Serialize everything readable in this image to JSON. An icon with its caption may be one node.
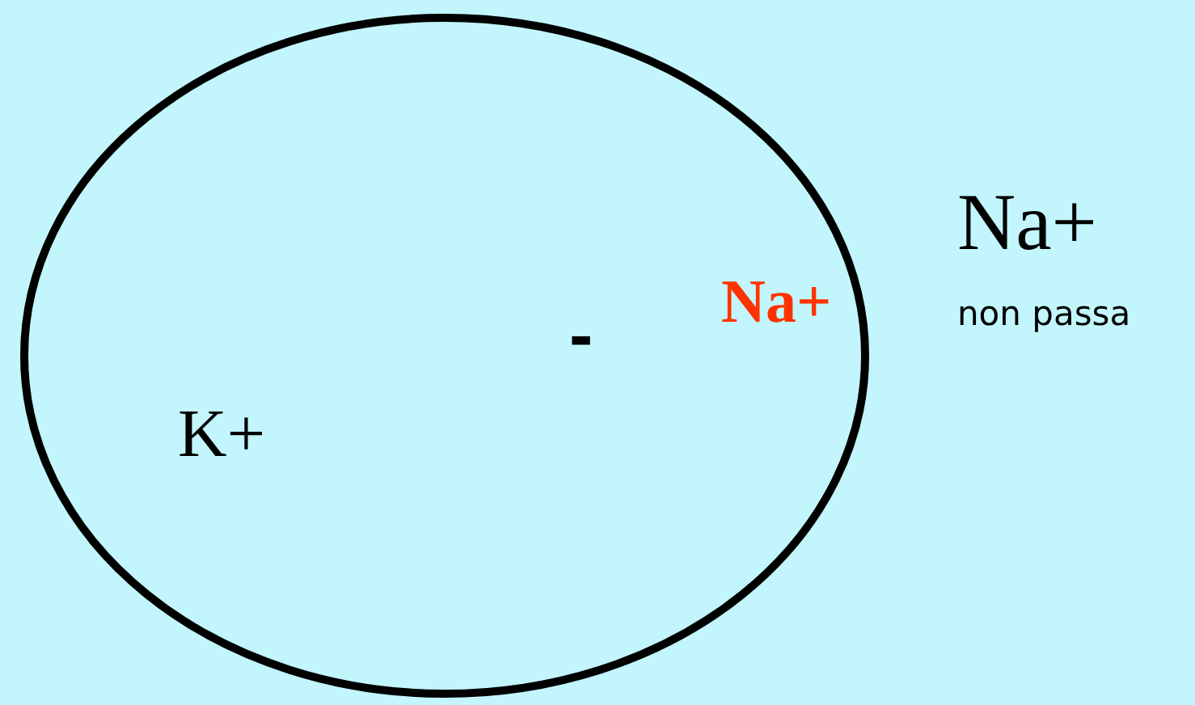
{
  "diagram": {
    "nodes": [
      {
        "text": [
          "K+",
          "-"
        ]
      }
    ],
    "labels": [
      "Na+",
      "Na+",
      "non passa"
    ]
  }
}
